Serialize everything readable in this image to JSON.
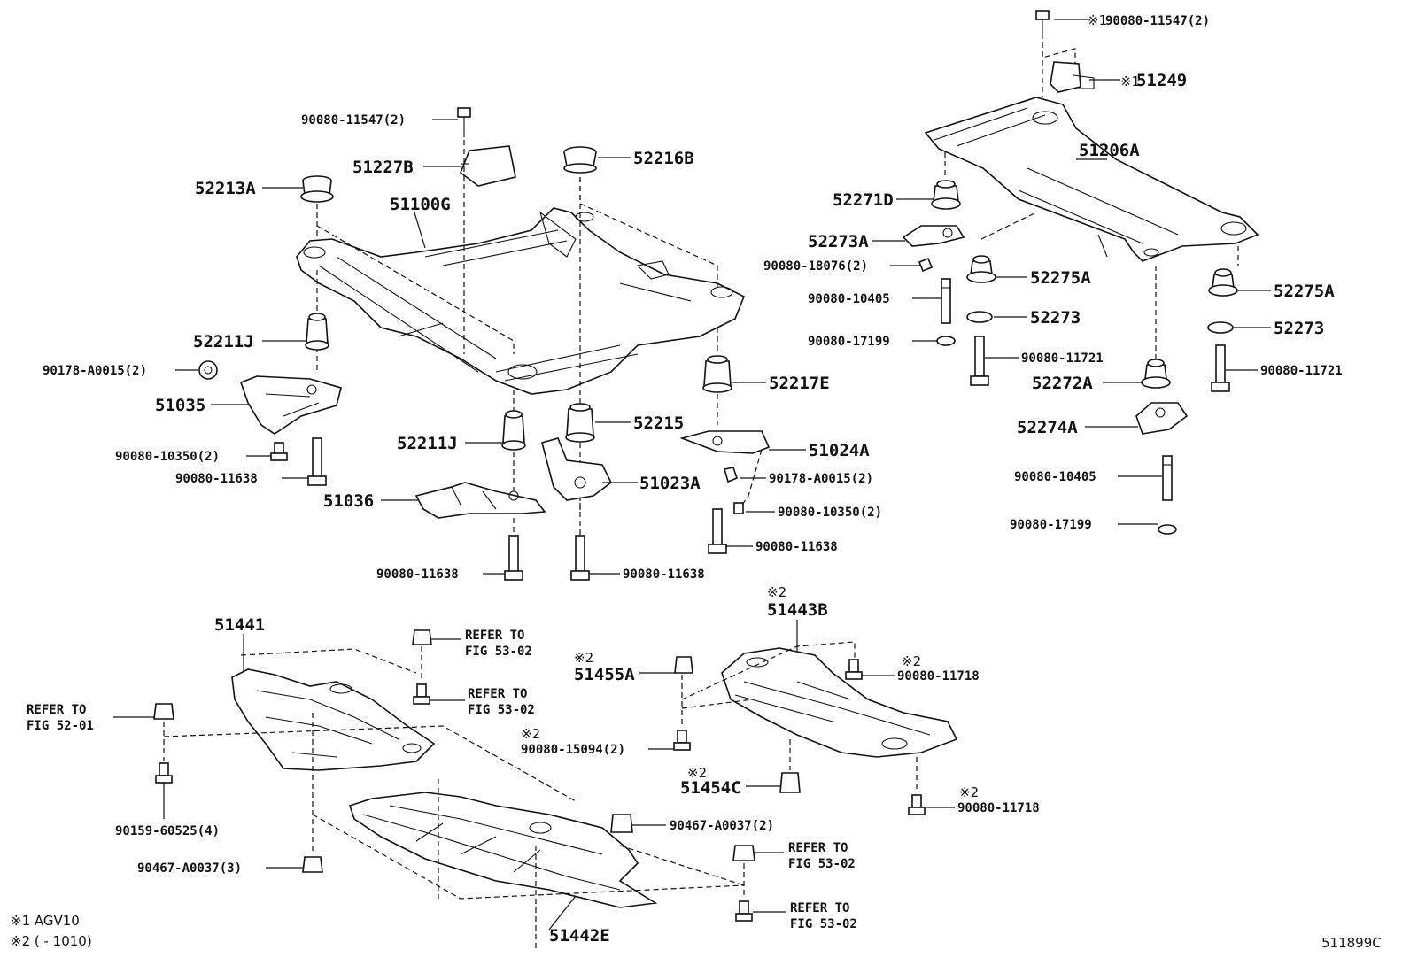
{
  "diagram_code": "511899C",
  "notes": [
    "※1 AGV10",
    "※2 (        - 1010)"
  ],
  "parts": {
    "p_90080_11547_top": "90080-11547(2)",
    "p_note1_top": "※1",
    "p_51249": "51249",
    "p_note1_51249": "※1",
    "p_51206A": "51206A",
    "p_52271D": "52271D",
    "p_52273A": "52273A",
    "p_90080_18076": "90080-18076(2)",
    "p_90080_10405_a": "90080-10405",
    "p_90080_17199_a": "90080-17199",
    "p_52275A_a": "52275A",
    "p_52273_a": "52273",
    "p_90080_11721_a": "90080-11721",
    "p_52275A_b": "52275A",
    "p_52273_b": "52273",
    "p_90080_11721_b": "90080-11721",
    "p_52272A": "52272A",
    "p_52274A": "52274A",
    "p_90080_10405_b": "90080-10405",
    "p_90080_17199_b": "90080-17199",
    "p_90080_11547_mid": "90080-11547(2)",
    "p_51227B": "51227B",
    "p_52216B": "52216B",
    "p_52213A": "52213A",
    "p_51100G": "51100G",
    "p_52211J_a": "52211J",
    "p_90178_A0015_a": "90178-A0015(2)",
    "p_51035": "51035",
    "p_90080_10350_a": "90080-10350(2)",
    "p_90080_11638_a": "90080-11638",
    "p_52211J_b": "52211J",
    "p_52215": "52215",
    "p_52217E": "52217E",
    "p_51024A": "51024A",
    "p_90178_A0015_b": "90178-A0015(2)",
    "p_90080_10350_b": "90080-10350(2)",
    "p_51036": "51036",
    "p_51023A": "51023A",
    "p_90080_11638_b": "90080-11638",
    "p_90080_11638_c": "90080-11638",
    "p_90080_11638_d": "90080-11638",
    "p_51441": "51441",
    "p_51443B": "51443B",
    "p_note2_51443B": "※2",
    "p_51455A": "51455A",
    "p_note2_51455A": "※2",
    "p_90080_11718_a": "90080-11718",
    "p_note2_11718_a": "※2",
    "p_90080_15094": "90080-15094(2)",
    "p_note2_15094": "※2",
    "p_51454C": "51454C",
    "p_note2_51454C": "※2",
    "p_90080_11718_b": "90080-11718",
    "p_note2_11718_b": "※2",
    "p_90159_60525": "90159-60525(4)",
    "p_90467_A0037_2": "90467-A0037(2)",
    "p_90467_A0037_3": "90467-A0037(3)",
    "p_51442E": "51442E"
  },
  "refers": {
    "refer_to": "REFER TO",
    "fig_53_02": "FIG 53-02",
    "fig_52_01": "FIG 52-01"
  }
}
